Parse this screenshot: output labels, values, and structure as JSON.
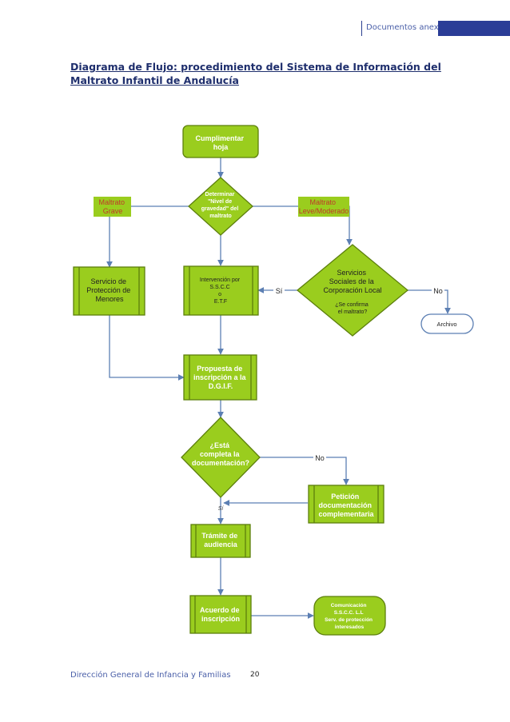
{
  "header": {
    "section": "Documentos anexos"
  },
  "title": "Diagrama de Flujo: procedimiento del Sistema de Información del Maltrato Infantil de Andalucía",
  "nodes": {
    "start": [
      "Cumplimentar",
      "hoja"
    ],
    "decision1": [
      "Determinar",
      "\"Nivel de",
      "gravedad\" del",
      "maltrato"
    ],
    "grave": [
      "Maltrato",
      "Grave"
    ],
    "leve": [
      "Maltrato",
      "Leve/Moderado"
    ],
    "menores": [
      "Servicio de",
      "Protección de",
      "Menores"
    ],
    "intervencion": [
      "Intervención por",
      "S.S.C.C",
      "o",
      "E.T.F"
    ],
    "servicios": [
      "Servicios",
      "Sociales de la",
      "Corporación Local"
    ],
    "confirma": [
      "¿Se confirma",
      "el maltrato?"
    ],
    "si1": "Sí",
    "no1": "No",
    "archivo": "Archivo",
    "propuesta": [
      "Propuesta de",
      "inscripción a la",
      "D.G.I.F."
    ],
    "decision2": [
      "¿Está",
      "completa la",
      "documentación?"
    ],
    "no2": "No",
    "peticion": [
      "Petición",
      "documentación",
      "complementaria"
    ],
    "si2": "Sí",
    "tramite": [
      "Trámite de",
      "audiencia"
    ],
    "acuerdo": [
      "Acuerdo de",
      "inscripción"
    ],
    "comunicacion": [
      "Comunicación",
      "S.S.C.C. L.L",
      "Serv. de protección",
      "interesados"
    ]
  },
  "colors": {
    "green": "#9acd1e",
    "greenDark": "#5c7f0c",
    "line": "#5c7fb3",
    "red": "#c0392b"
  },
  "footer": {
    "left": "Dirección General de Infancia y Familias",
    "page": "20"
  }
}
